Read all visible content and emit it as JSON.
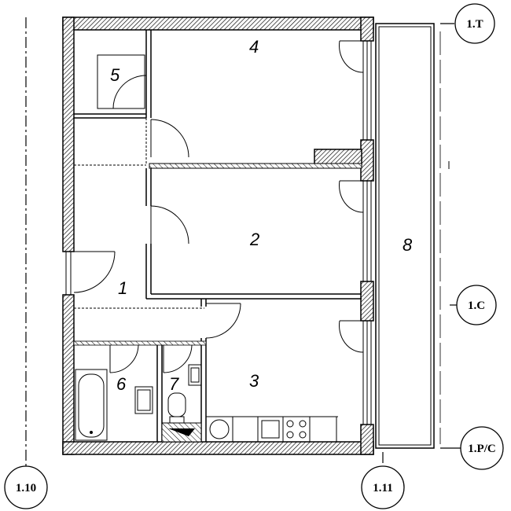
{
  "rooms": [
    {
      "id": "1",
      "label": "1"
    },
    {
      "id": "2",
      "label": "2"
    },
    {
      "id": "3",
      "label": "3"
    },
    {
      "id": "4",
      "label": "4"
    },
    {
      "id": "5",
      "label": "5"
    },
    {
      "id": "6",
      "label": "6"
    },
    {
      "id": "7",
      "label": "7"
    },
    {
      "id": "8",
      "label": "8"
    }
  ],
  "grid_markers": {
    "top_right": "1.T",
    "mid_right": "1.C",
    "bottom_right": "1.P/C",
    "bottom_left": "1.10",
    "bottom_center": "1.11"
  }
}
